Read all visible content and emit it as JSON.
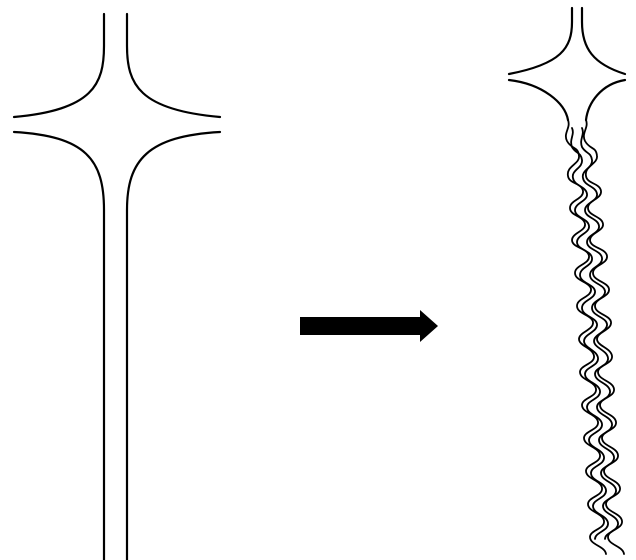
{
  "diagram": {
    "left_panel": {
      "shape": "straight-junction-with-long-vertical-segment"
    },
    "arrow": {
      "direction": "right",
      "color": "#000000"
    },
    "right_panel": {
      "shape": "junction-with-wrinkled-compressed-vertical-segment"
    },
    "colors": {
      "stroke": "#000000",
      "background": "#ffffff"
    }
  }
}
